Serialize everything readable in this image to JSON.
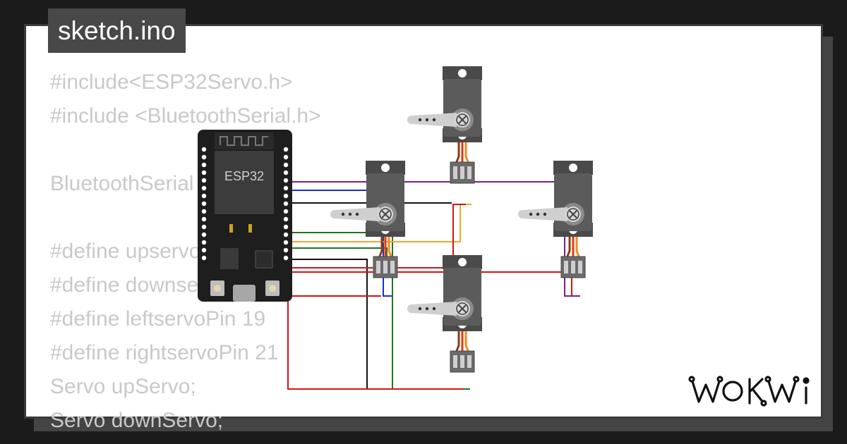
{
  "file_tab": {
    "name": "sketch.ino"
  },
  "code_lines": [
    "#include<ESP32Servo.h>",
    "#include <BluetoothSerial.h>",
    "",
    "BluetoothSerial SerialBT;",
    "",
    "#define upservoPin 18",
    "#define downservoPin 4",
    "#define leftservoPin 19",
    "#define rightservoPin 21",
    "Servo upServo;",
    "Servo downServo;"
  ],
  "board": {
    "label": "ESP32"
  },
  "brand": {
    "logo_text": "WOKWI"
  },
  "colors": {
    "wire_purple": "#7b1f8a",
    "wire_blue": "#1a2fd8",
    "wire_black": "#111111",
    "wire_green": "#1b7a1b",
    "wire_orange": "#f5a623",
    "wire_red": "#d41414",
    "servo_body": "#5b5b5b",
    "board_body": "#1e1e1e"
  }
}
